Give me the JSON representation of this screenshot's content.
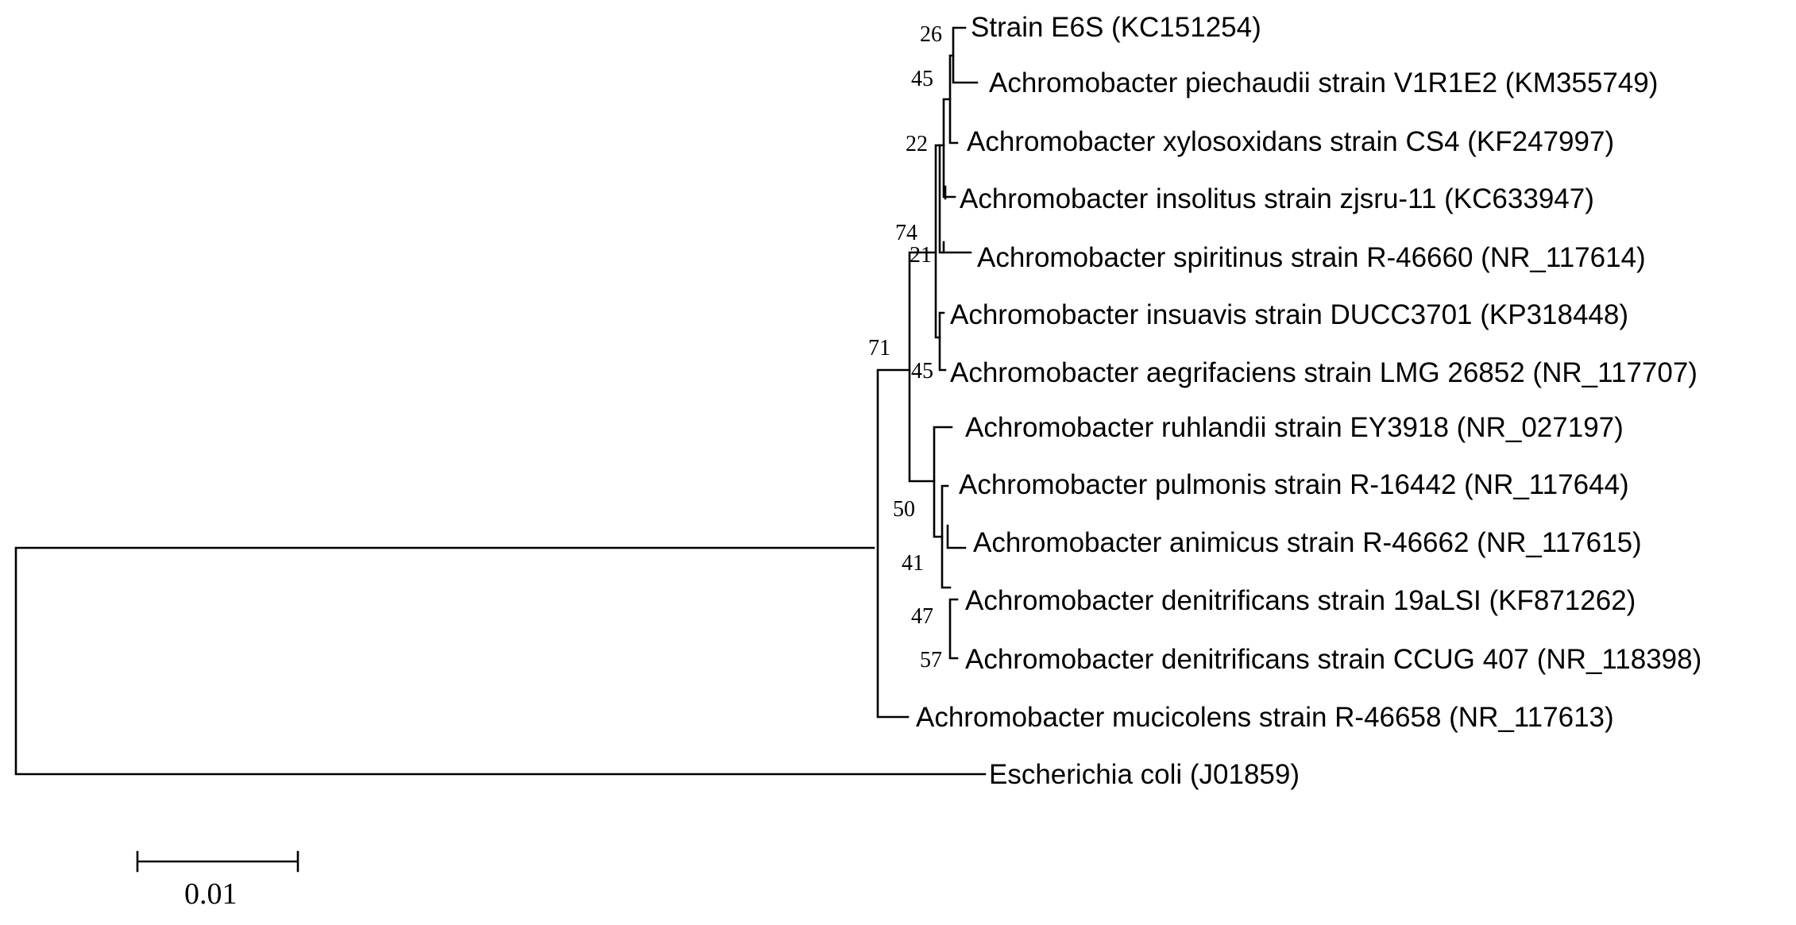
{
  "taxa": [
    "Strain E6S (KC151254)",
    "Achromobacter piechaudii strain V1R1E2 (KM355749)",
    "Achromobacter xylosoxidans strain CS4 (KF247997)",
    "Achromobacter insolitus strain zjsru-11 (KC633947)",
    "Achromobacter spiritinus strain R-46660 (NR_117614)",
    "Achromobacter insuavis strain DUCC3701 (KP318448)",
    "Achromobacter aegrifaciens strain LMG 26852 (NR_117707)",
    "Achromobacter ruhlandii strain EY3918 (NR_027197)",
    "Achromobacter pulmonis strain R-16442 (NR_117644)",
    "Achromobacter animicus strain R-46662 (NR_117615)",
    "Achromobacter denitrificans strain 19aLSI (KF871262)",
    "Achromobacter denitrificans strain CCUG 407 (NR_118398)",
    "Achromobacter mucicolens strain R-46658 (NR_117613)",
    "Escherichia coli (J01859)"
  ],
  "bootstrap": [
    "26",
    "45",
    "22",
    "74",
    "21",
    "71",
    "45",
    "50",
    "41",
    "47",
    "57"
  ],
  "scale_bar": {
    "label": "0.01",
    "length": 0.01
  }
}
